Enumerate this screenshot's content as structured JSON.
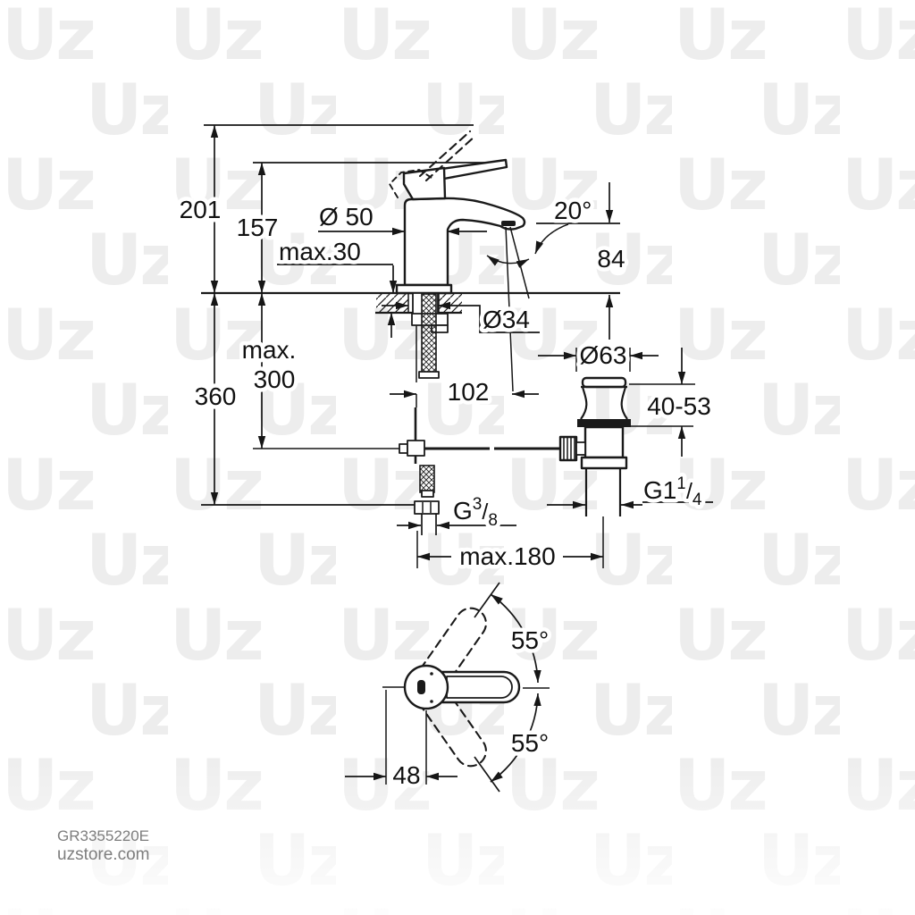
{
  "watermark": {
    "text": "Uz",
    "tile_color": "#ededed"
  },
  "footer": {
    "sku": "GR3355220E",
    "site": "uzstore.com",
    "color": "#7d7d7d"
  },
  "dims": {
    "total_height": "201",
    "height_to_top": "157",
    "body_diameter": "Ø 50",
    "deck_thickness_max": "max.30",
    "stream_angle": "20°",
    "spout_height": "84",
    "hole_diameter": "Ø34",
    "hose_length_max_line1": "max.",
    "hose_length_max_line2": "300",
    "depth_below_deck": "360",
    "spout_reach": "102",
    "waste_diameter": "Ø63",
    "waste_deck_range": "40-53",
    "supply_thread_prefix": "G",
    "supply_thread_num": "3",
    "supply_thread_slash": "/",
    "supply_thread_den": "8",
    "waste_thread_prefix": "G1",
    "waste_thread_num": "1",
    "waste_thread_slash": "/",
    "waste_thread_den": "4",
    "center_distance_max": "max.180",
    "handle_swing_up": "55°",
    "handle_swing_down": "55°",
    "handle_offset": "48"
  }
}
